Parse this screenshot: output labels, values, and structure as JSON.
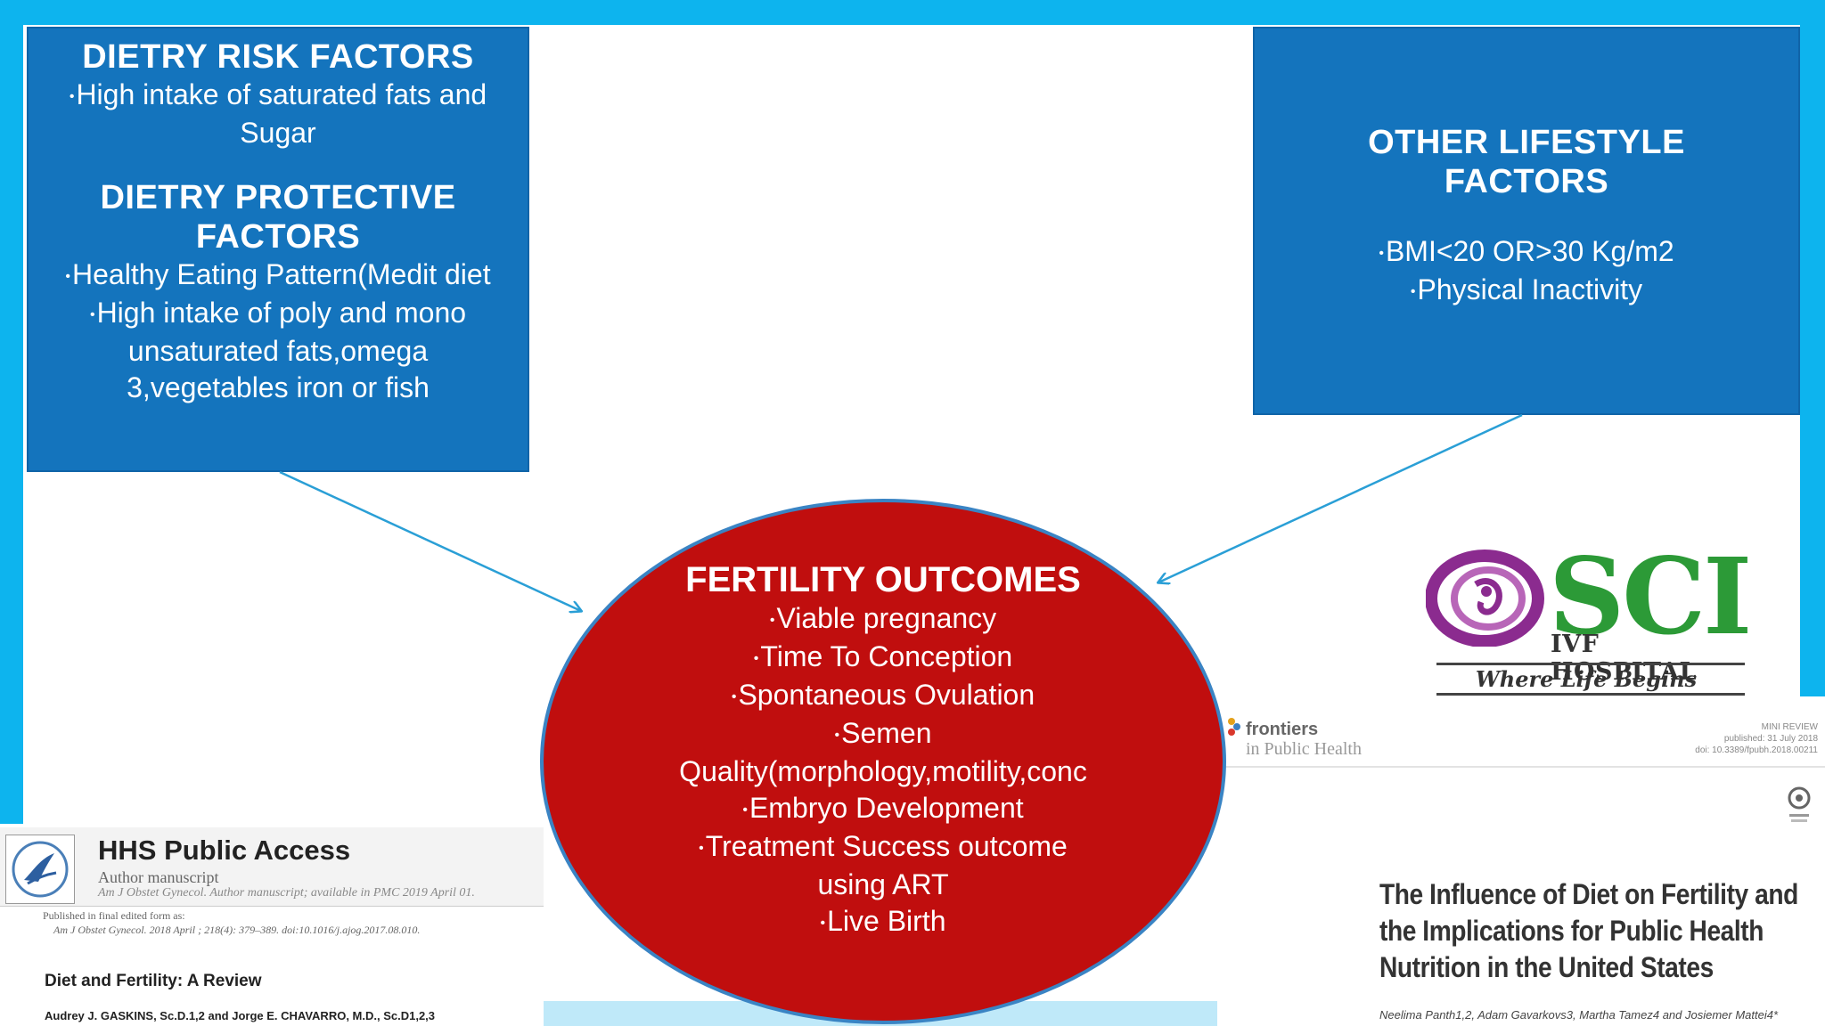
{
  "left_box": {
    "risk_title": "DIETRY RISK FACTORS",
    "risk_items": [
      "High intake of saturated fats and Sugar"
    ],
    "protective_title_1": "DIETRY PROTECTIVE",
    "protective_title_2": "FACTORS",
    "protective_items": [
      "Healthy Eating Pattern(Medit diet",
      "High intake of poly and mono",
      "unsaturated fats,omega",
      "3,vegetables iron or fish"
    ]
  },
  "right_box": {
    "title_1": "OTHER LIFESTYLE",
    "title_2": "FACTORS",
    "items": [
      "BMI<20 OR>30 Kg/m2",
      "Physical Inactivity"
    ]
  },
  "outcomes": {
    "title": "FERTILITY OUTCOMES",
    "items": [
      "Viable pregnancy",
      "Time To Conception",
      "Spontaneous Ovulation",
      "Semen",
      "Quality(morphology,motility,conc",
      "Embryo Development",
      "Treatment Success outcome",
      "using ART",
      "Live Birth"
    ]
  },
  "bullet": "•",
  "hhs_doc": {
    "band_title": "HHS Public Access",
    "author_manuscript": "Author manuscript",
    "journal_line": "Am J Obstet Gynecol. Author manuscript; available in PMC 2019 April 01.",
    "published_label": "Published in final edited form as:",
    "published_ref": "Am J Obstet Gynecol. 2018 April ; 218(4): 379–389. doi:10.1016/j.ajog.2017.08.010.",
    "article_title": "Diet and Fertility: A Review",
    "authors": "Audrey J. GASKINS, Sc.D.1,2 and Jorge E. CHAVARRO, M.D., Sc.D1,2,3"
  },
  "frontiers_doc": {
    "brand": "frontiers",
    "subbrand": "in Public Health",
    "meta_1": "MINI REVIEW",
    "meta_2": "published: 31 July 2018",
    "meta_3": "doi: 10.3389/fpubh.2018.00211",
    "title_lines": [
      "The Influence of Diet on Fertility and",
      "the Implications for Public Health",
      "Nutrition in the United States"
    ],
    "authors": "Neelima Panth1,2, Adam Gavarkovs3, Martha Tamez4 and Josiemer Mattei4*"
  },
  "sci_logo": {
    "name": "SCI",
    "sub": "IVF HOSPITAL",
    "tagline": "Where Life Begins"
  },
  "colors": {
    "frame": "#0db4ee",
    "box_blue": "#1474bd",
    "outcome_red": "#c00e0e",
    "arrow_blue": "#2a9fd6",
    "sci_green": "#2c9a37",
    "sci_purple": "#8b2b8f"
  }
}
